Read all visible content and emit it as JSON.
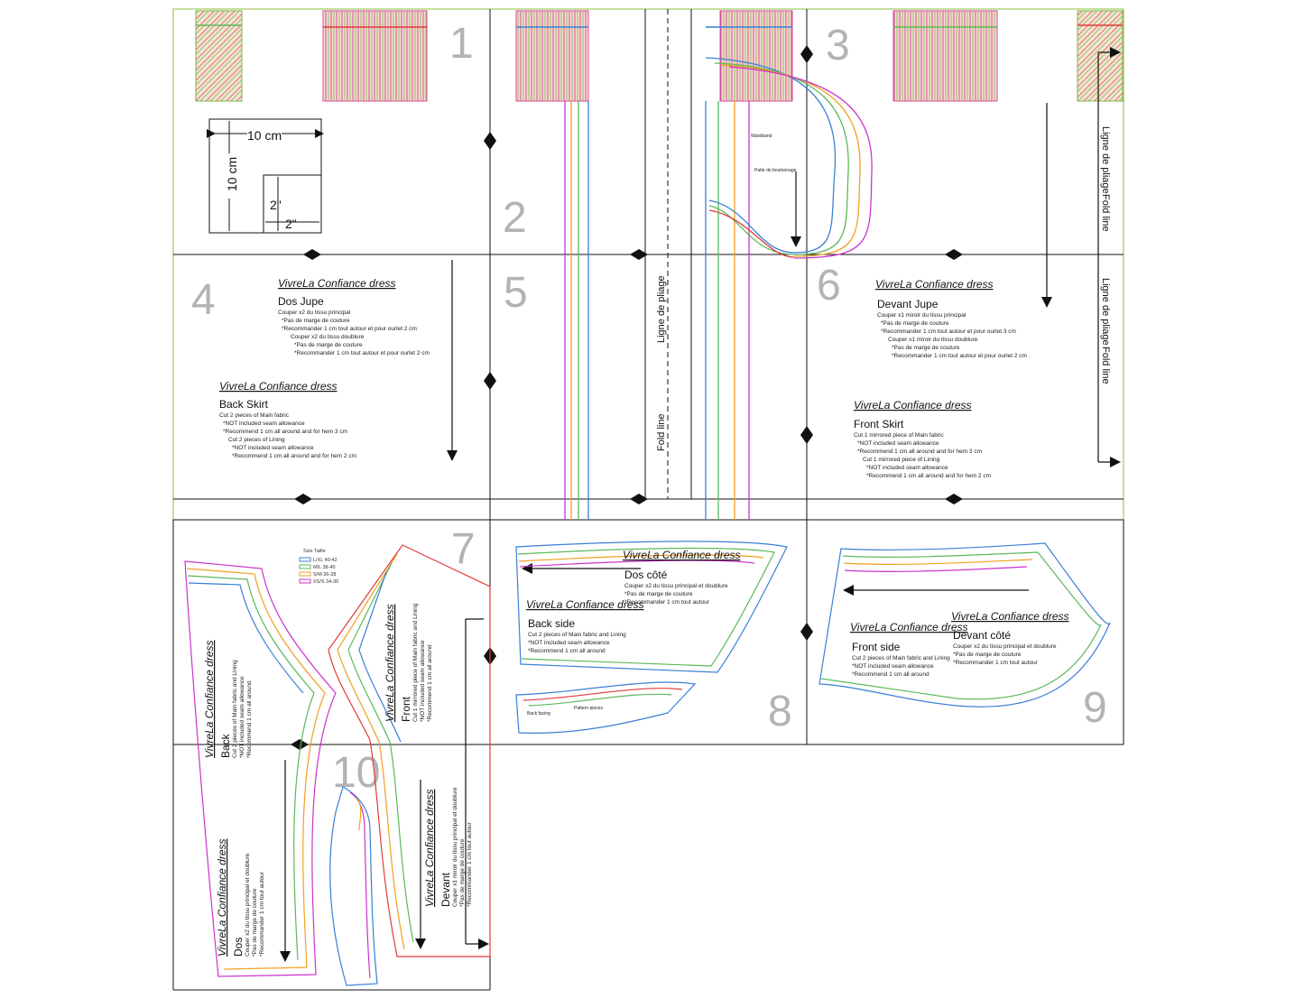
{
  "colors": {
    "grid_green": "#8cbf3f",
    "grid_black": "#111111",
    "size_blue": "#3a7fd6",
    "size_green": "#5cb85c",
    "size_orange": "#f0a020",
    "size_red": "#e03a3a",
    "size_magenta": "#cc33cc",
    "tile_fill": "#f5d6c8"
  },
  "page_numbers": [
    "1",
    "2",
    "3",
    "4",
    "5",
    "6",
    "7",
    "8",
    "9",
    "10"
  ],
  "scale_box": {
    "cm_label": "10 cm",
    "cm_vertical": "10 cm",
    "in_label": "2\"",
    "in_vertical": "2\""
  },
  "fold_labels": {
    "fr_fold": "Ligne de pliage",
    "en_fold": "Fold line"
  },
  "size_legend": {
    "title": "Size Taille",
    "entries": [
      "L/XL 40-42",
      "M/L 38-40",
      "S/M 36-38",
      "XS/S 34-36"
    ]
  },
  "pieces": {
    "dos_jupe": {
      "brand": "VivreLa Confiance dress",
      "title": "Dos Jupe",
      "lines": [
        "Couper x2 du tissu principal",
        "*Pas de marge de couture",
        "*Recommander 1 cm tout autour et pour ourlet 2 cm",
        "Couper x2 du tissu doublure",
        "*Pas de marge de couture",
        "*Recommander 1 cm tout autour et pour ourlet 2 cm"
      ]
    },
    "back_skirt": {
      "brand": "VivreLa Confiance dress",
      "title": "Back Skirt",
      "lines": [
        "Cut 2 pieces of Main fabric",
        "*NOT included seam allowance",
        "*Recommend 1 cm all around and for hem 3 cm",
        "Cut 2 pieces of Lining",
        "*NOT included seam allowance",
        "*Recommend 1 cm all around and for hem 2 cm"
      ]
    },
    "devant_jupe": {
      "brand": "VivreLa Confiance dress",
      "title": "Devant Jupe",
      "lines": [
        "Couper x1 miroir du tissu principal",
        "*Pas de marge de couture",
        "*Recommander 1 cm tout autour et pour ourlet 3 cm",
        "Couper x1 miroir du tissu doublure",
        "*Pas de marge de couture",
        "*Recommander 1 cm tout autour et pour ourlet 2 cm"
      ]
    },
    "front_skirt": {
      "brand": "VivreLa Confiance dress",
      "title": "Front Skirt",
      "lines": [
        "Cut 1 mirrored piece of Main fabric",
        "*NOT included seam allowance",
        "*Recommend 1 cm all around and for hem 3 cm",
        "Cut 1 mirrored piece of Lining",
        "*NOT included seam allowance",
        "*Recommend 1 cm all around and for hem 2 cm"
      ]
    },
    "dos_cote": {
      "brand": "VivreLa Confiance dress",
      "title": "Dos côté",
      "lines": [
        "Couper x2 du tissu principal et doublure",
        "*Pas de marge de couture",
        "*Recommander 1 cm tout autour"
      ]
    },
    "back_side": {
      "brand": "VivreLa Confiance dress",
      "title": "Back side",
      "lines": [
        "Cut 2 pieces of Main fabric and Lining",
        "*NOT included seam allowance",
        "*Recommend 1 cm all around"
      ]
    },
    "devant_cote": {
      "brand": "VivreLa Confiance dress",
      "title": "Devant côté",
      "lines": [
        "Couper x2 du tissu principal et doublure",
        "*Pas de marge de couture",
        "*Recommander 1 cm tout autour"
      ]
    },
    "front_side": {
      "brand": "VivreLa Confiance dress",
      "title": "Front side",
      "lines": [
        "Cut 2 pieces of Main fabric and Lining",
        "*NOT included seam allowance",
        "*Recommend 1 cm all around"
      ]
    },
    "back": {
      "brand": "VivreLa Confiance dress",
      "title": "Back",
      "lines": [
        "Cut 2 pieces of Main fabric and Lining",
        "*NOT included seam allowance",
        "*Recommend 1 cm all around"
      ]
    },
    "front": {
      "brand": "VivreLa Confiance dress",
      "title": "Front",
      "lines": [
        "Cut 1 mirrored piece of Main fabric and Lining",
        "*NOT included seam allowance",
        "*Recommend 1 cm all around"
      ]
    },
    "dos": {
      "brand": "VivreLa Confiance dress",
      "title": "Dos",
      "lines": [
        "Couper x2 du tissu principal et doublure",
        "*Pas de marge de couture",
        "*Recommander 1 cm tout autour"
      ]
    },
    "devant": {
      "brand": "VivreLa Confiance dress",
      "title": "Devant",
      "lines": [
        "Couper x1 miroir du tissu principal et doublure",
        "*Pas de marge de couture",
        "*Recommander 1 cm tout autour"
      ]
    },
    "small_pieces": [
      "Waistband",
      "Patte de boutonnage",
      "Pattern pieces",
      "Back facing"
    ]
  }
}
